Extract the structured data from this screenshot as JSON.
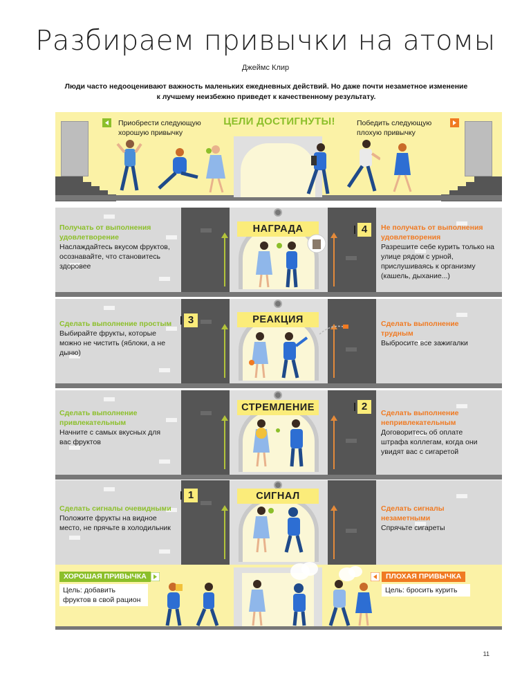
{
  "title": "Разбираем привычки на атомы",
  "author": "Джеймс Клир",
  "lead": "Люди часто недооценивают важность маленьких ежедневных действий. Но даже почти незаметное изменение к лучшему неизбежно приведет к качественному результату.",
  "top": {
    "good_label": "Приобрести следующую хорошую привычку",
    "goals": "ЦЕЛИ ДОСТИГНУТЫ!",
    "bad_label": "Победить следующую плохую привычку"
  },
  "stages": [
    {
      "name": "НАГРАДА",
      "number": "4",
      "good_head": "Получать от выполнения удовлетворение",
      "good_text": "Наслаждайтесь вкусом фруктов, осознавайте, что становитесь здоровее",
      "bad_head": "Не получать от выполнения удовлетворения",
      "bad_text": "Разрешите себе курить только на улице рядом с урной, прислушиваясь к организму (кашель, дыхание...)"
    },
    {
      "name": "РЕАКЦИЯ",
      "number": "3",
      "good_head": "Сделать выполнение простым",
      "good_text": "Выбирайте фрукты, которые можно не чистить (яблоки, а не дыню)",
      "bad_head": "Сделать выполнение трудным",
      "bad_text": "Выбросите все зажигалки"
    },
    {
      "name": "СТРЕМЛЕНИЕ",
      "number": "2",
      "good_head": "Сделать выполнение привлекательным",
      "good_text": "Начните с самых вкусных для вас фруктов",
      "bad_head": "Сделать выполнение непривлекательным",
      "bad_text": "Договоритесь об оплате штрафа коллегам, когда они увидят вас с сигаретой"
    },
    {
      "name": "СИГНАЛ",
      "number": "1",
      "good_head": "Сделать сигналы очевидными",
      "good_text": "Положите фрукты на видное место, не прячьте в холодильник",
      "bad_head": "Сделать сигналы незаметными",
      "bad_text": "Спрячьте сигареты"
    }
  ],
  "bottom": {
    "good_tag": "ХОРОШАЯ ПРИВЫЧКА",
    "good_goal": "Цель: добавить фруктов в свой рацион",
    "bad_tag": "ПЛОХАЯ ПРИВЫЧКА",
    "bad_goal": "Цель: бросить курить"
  },
  "page_number": "11",
  "colors": {
    "good": "#8cbf2a",
    "bad": "#f07a22",
    "yellow": "#fbf2a6",
    "label": "#fbec7a",
    "wall": "#d9d9d9",
    "shaft": "#555555"
  }
}
